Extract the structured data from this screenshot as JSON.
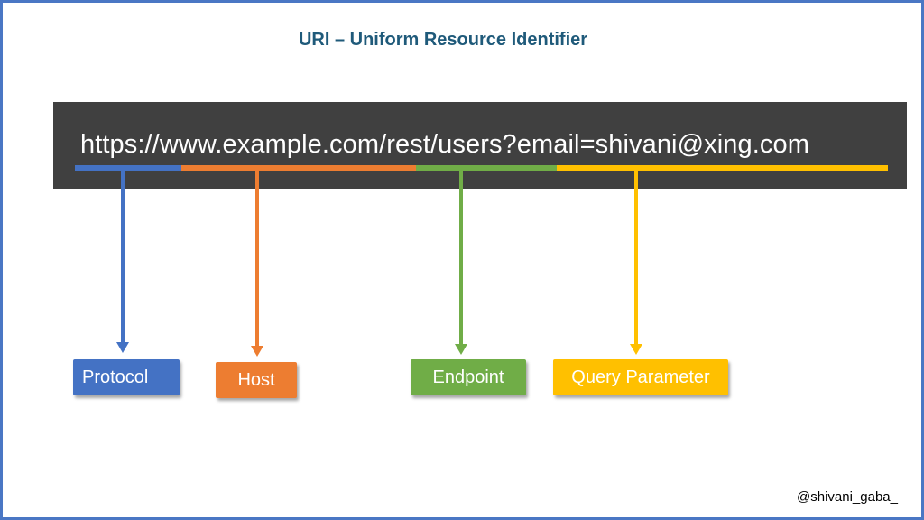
{
  "title": "URI – Uniform Resource Identifier",
  "url": "https://www.example.com/rest/users?email=shivani@xing.com",
  "parts": [
    {
      "label": "Protocol",
      "color": "#4472c4"
    },
    {
      "label": "Host",
      "color": "#ed7d31"
    },
    {
      "label": "Endpoint",
      "color": "#70ad47"
    },
    {
      "label": "Query Parameter",
      "color": "#ffc000"
    }
  ],
  "credit": "@shivani_gaba_",
  "colors": {
    "slide_border": "#4a77c4",
    "url_bar": "#404040",
    "title": "#1f5a7a"
  }
}
